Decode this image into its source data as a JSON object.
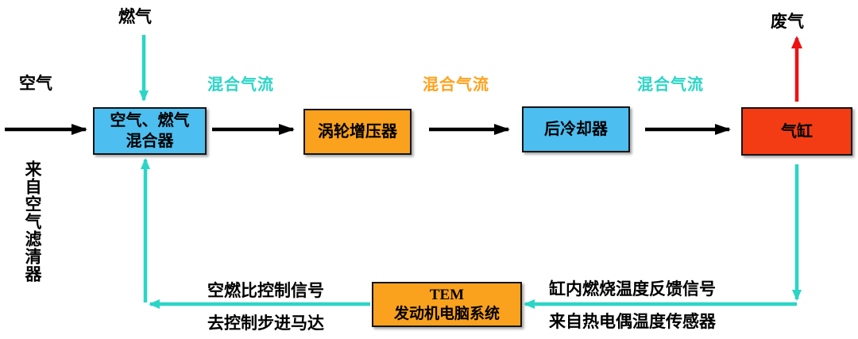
{
  "nodes": {
    "mixer": {
      "label": "空气、燃气\n混合器"
    },
    "turbocharger": {
      "label": "涡轮增压器"
    },
    "aftercooler": {
      "label": "后冷却器"
    },
    "cylinder": {
      "label": "气缸"
    },
    "tem": {
      "label": "TEM\n发动机电脑系统"
    }
  },
  "labels": {
    "fuel_gas": "燃气",
    "air": "空气",
    "exhaust_gas": "废气",
    "from_air_filter": "来自空气滤清器",
    "mixed_flow_1": "混合气流",
    "mixed_flow_2": "混合气流",
    "mixed_flow_3": "混合气流",
    "afr_control_signal": "空燃比控制信号",
    "to_stepper_motor": "去控制步进马达",
    "combustion_temp_feedback": "缸内燃烧温度反馈信号",
    "from_thermocouple_sensor": "来自热电偶温度传感器"
  },
  "colors": {
    "blue_box": "#4DBEF0",
    "orange_box": "#FAA21E",
    "red_box": "#F43C14",
    "teal_line": "#2BD5C6",
    "orange_text": "#FFA21E",
    "red_arrow": "#EE1111",
    "black_arrow": "#000000"
  }
}
